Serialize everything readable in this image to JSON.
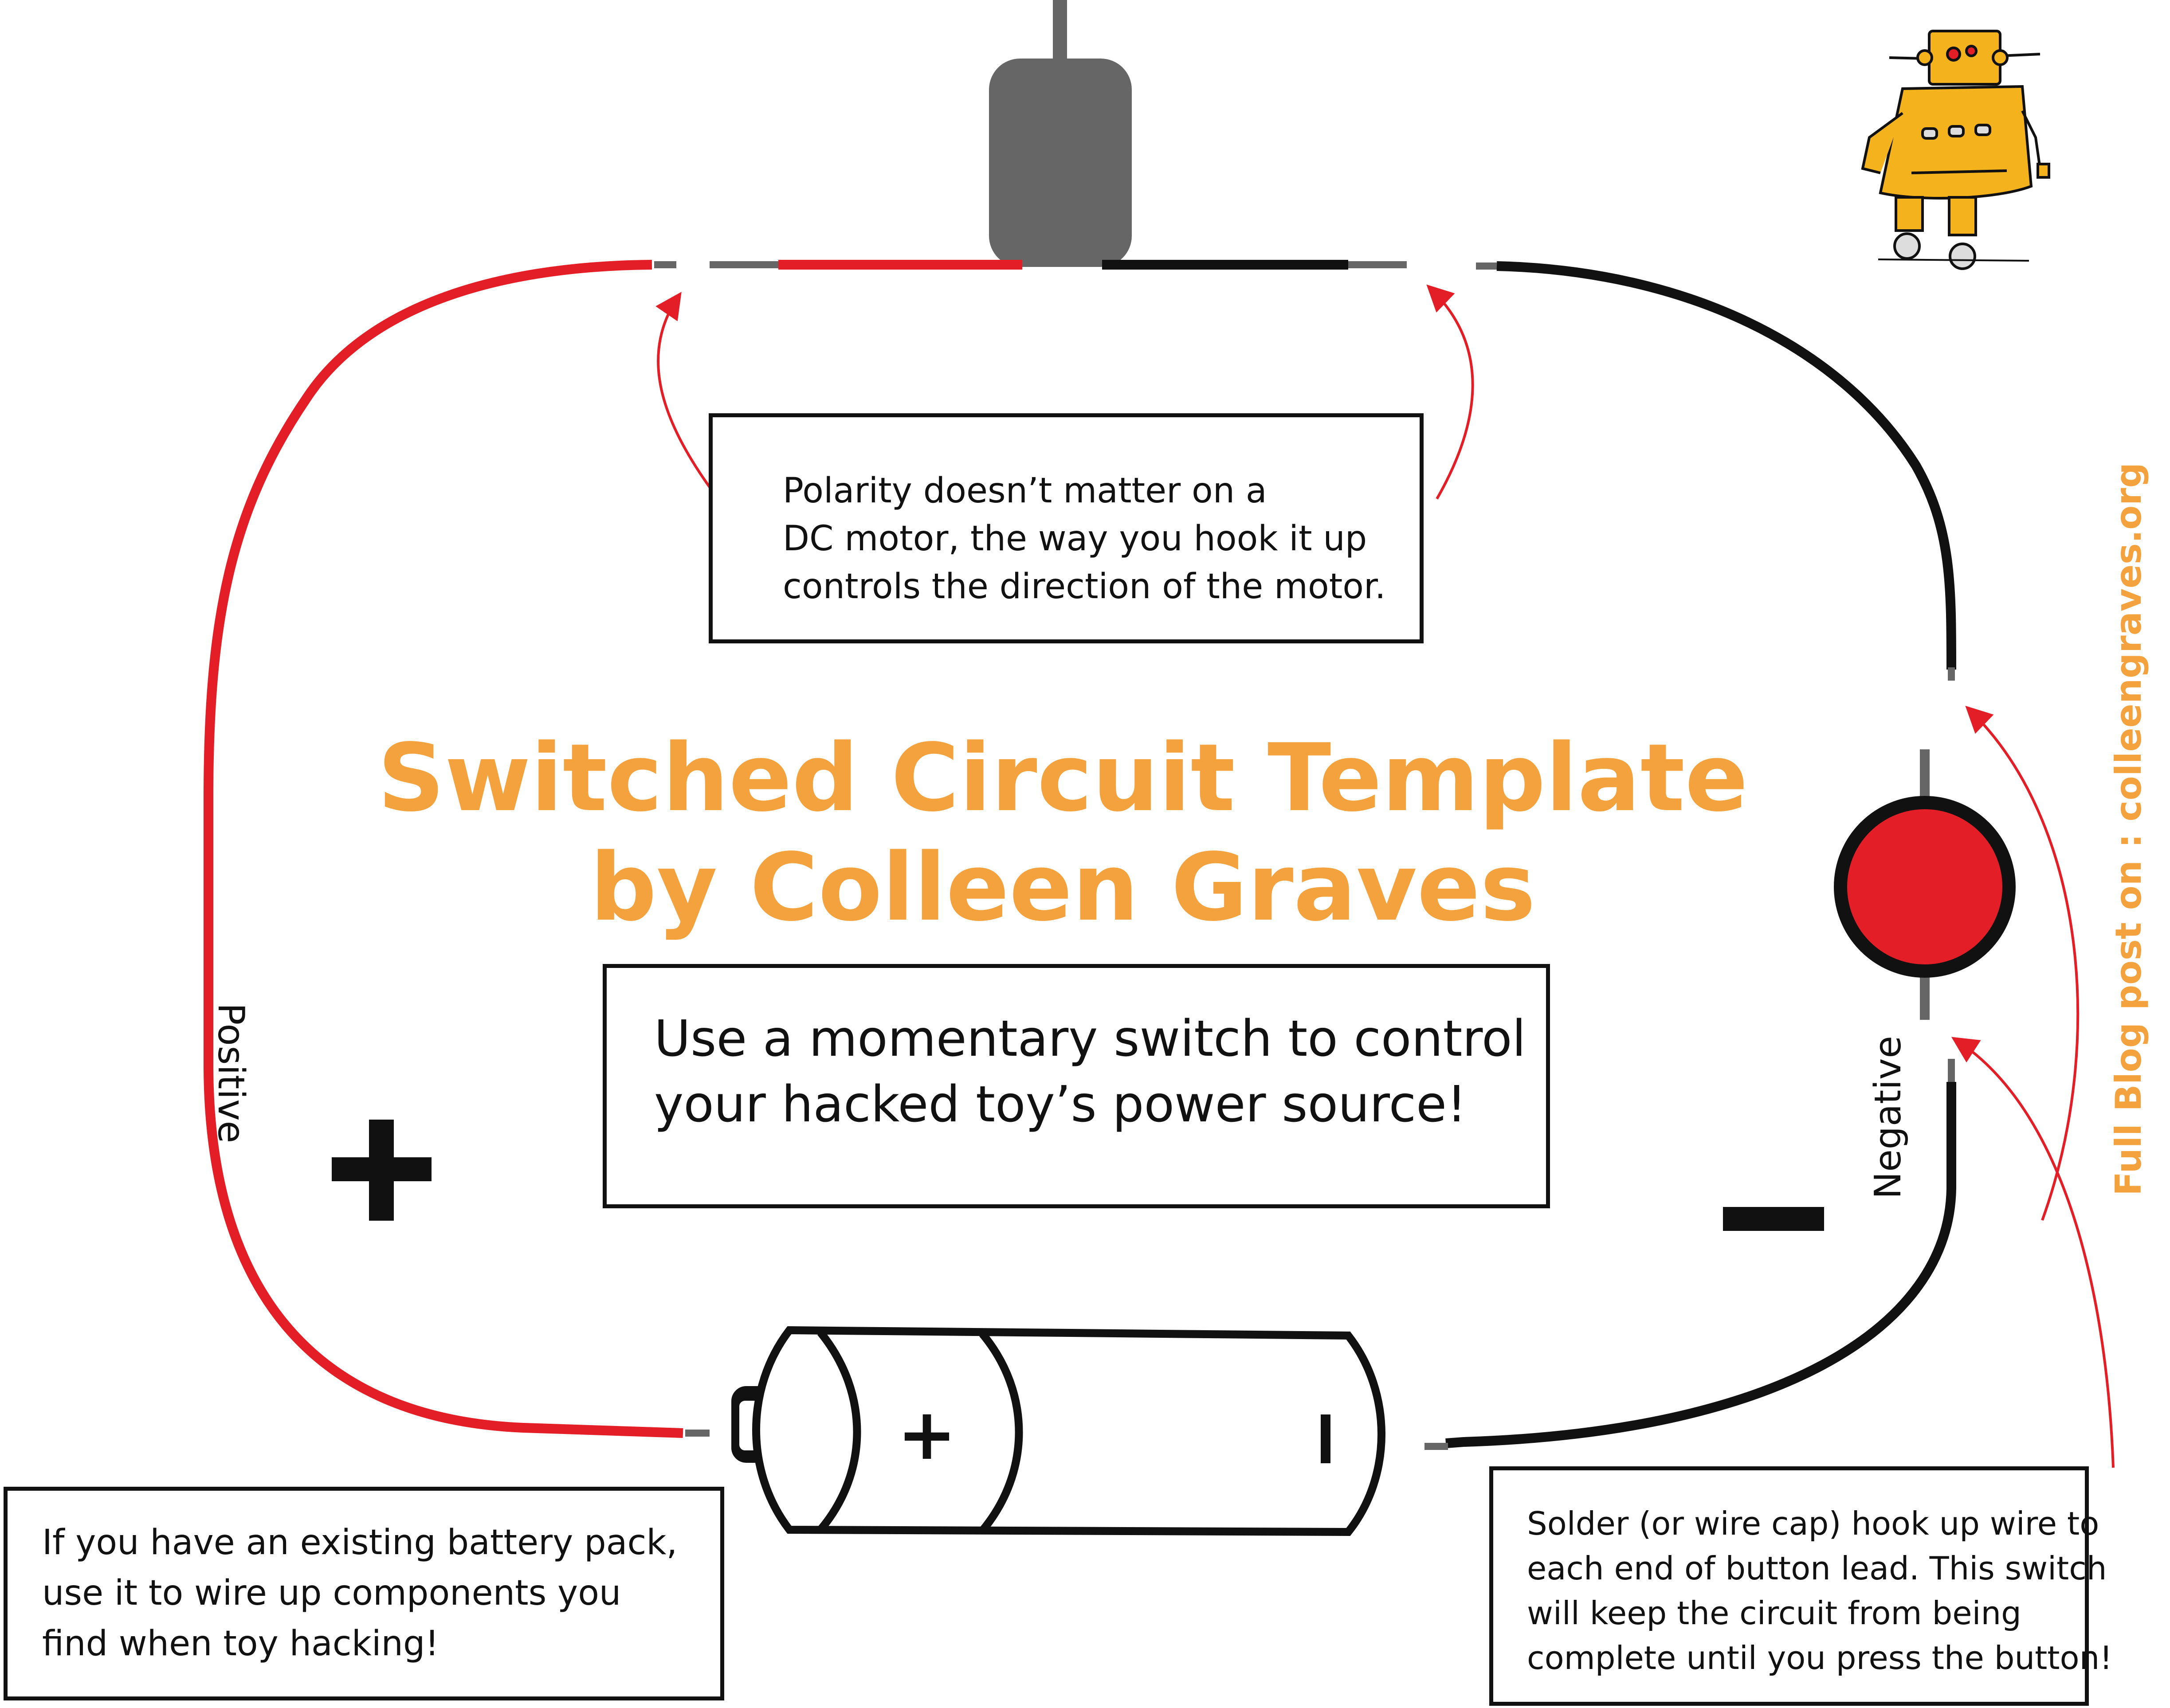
{
  "title": {
    "line1": "Switched Circuit Template",
    "line2": "by Colleen Graves"
  },
  "notes": {
    "polarity": [
      "Polarity doesn’t matter on a",
      "DC motor, the way you hook it up",
      "controls the direction of the motor."
    ],
    "switch": [
      "Use a momentary switch to control",
      "your hacked toy’s power source!"
    ],
    "battery_pack": [
      "If you have an existing battery pack,",
      "use it to wire up components you",
      "find when toy hacking!"
    ],
    "solder": [
      "Solder (or wire cap) hook up wire to",
      "each end of button lead. This switch",
      "will keep the circuit from being",
      "complete until you press the button!"
    ]
  },
  "labels": {
    "positive": "Positive",
    "negative": "Negative",
    "blog": "Full Blog post on : colleengraves.org"
  },
  "symbols": {
    "plus_icon": "plus-icon",
    "minus_icon": "minus-icon",
    "battery_plus": "+",
    "battery_minus": "I"
  },
  "colors": {
    "positive_wire": "#e41e26",
    "negative_wire": "#111111",
    "accent": "#f4a23e",
    "motor": "#666666",
    "button": "#e41e26",
    "robot": "#f4b31c"
  }
}
